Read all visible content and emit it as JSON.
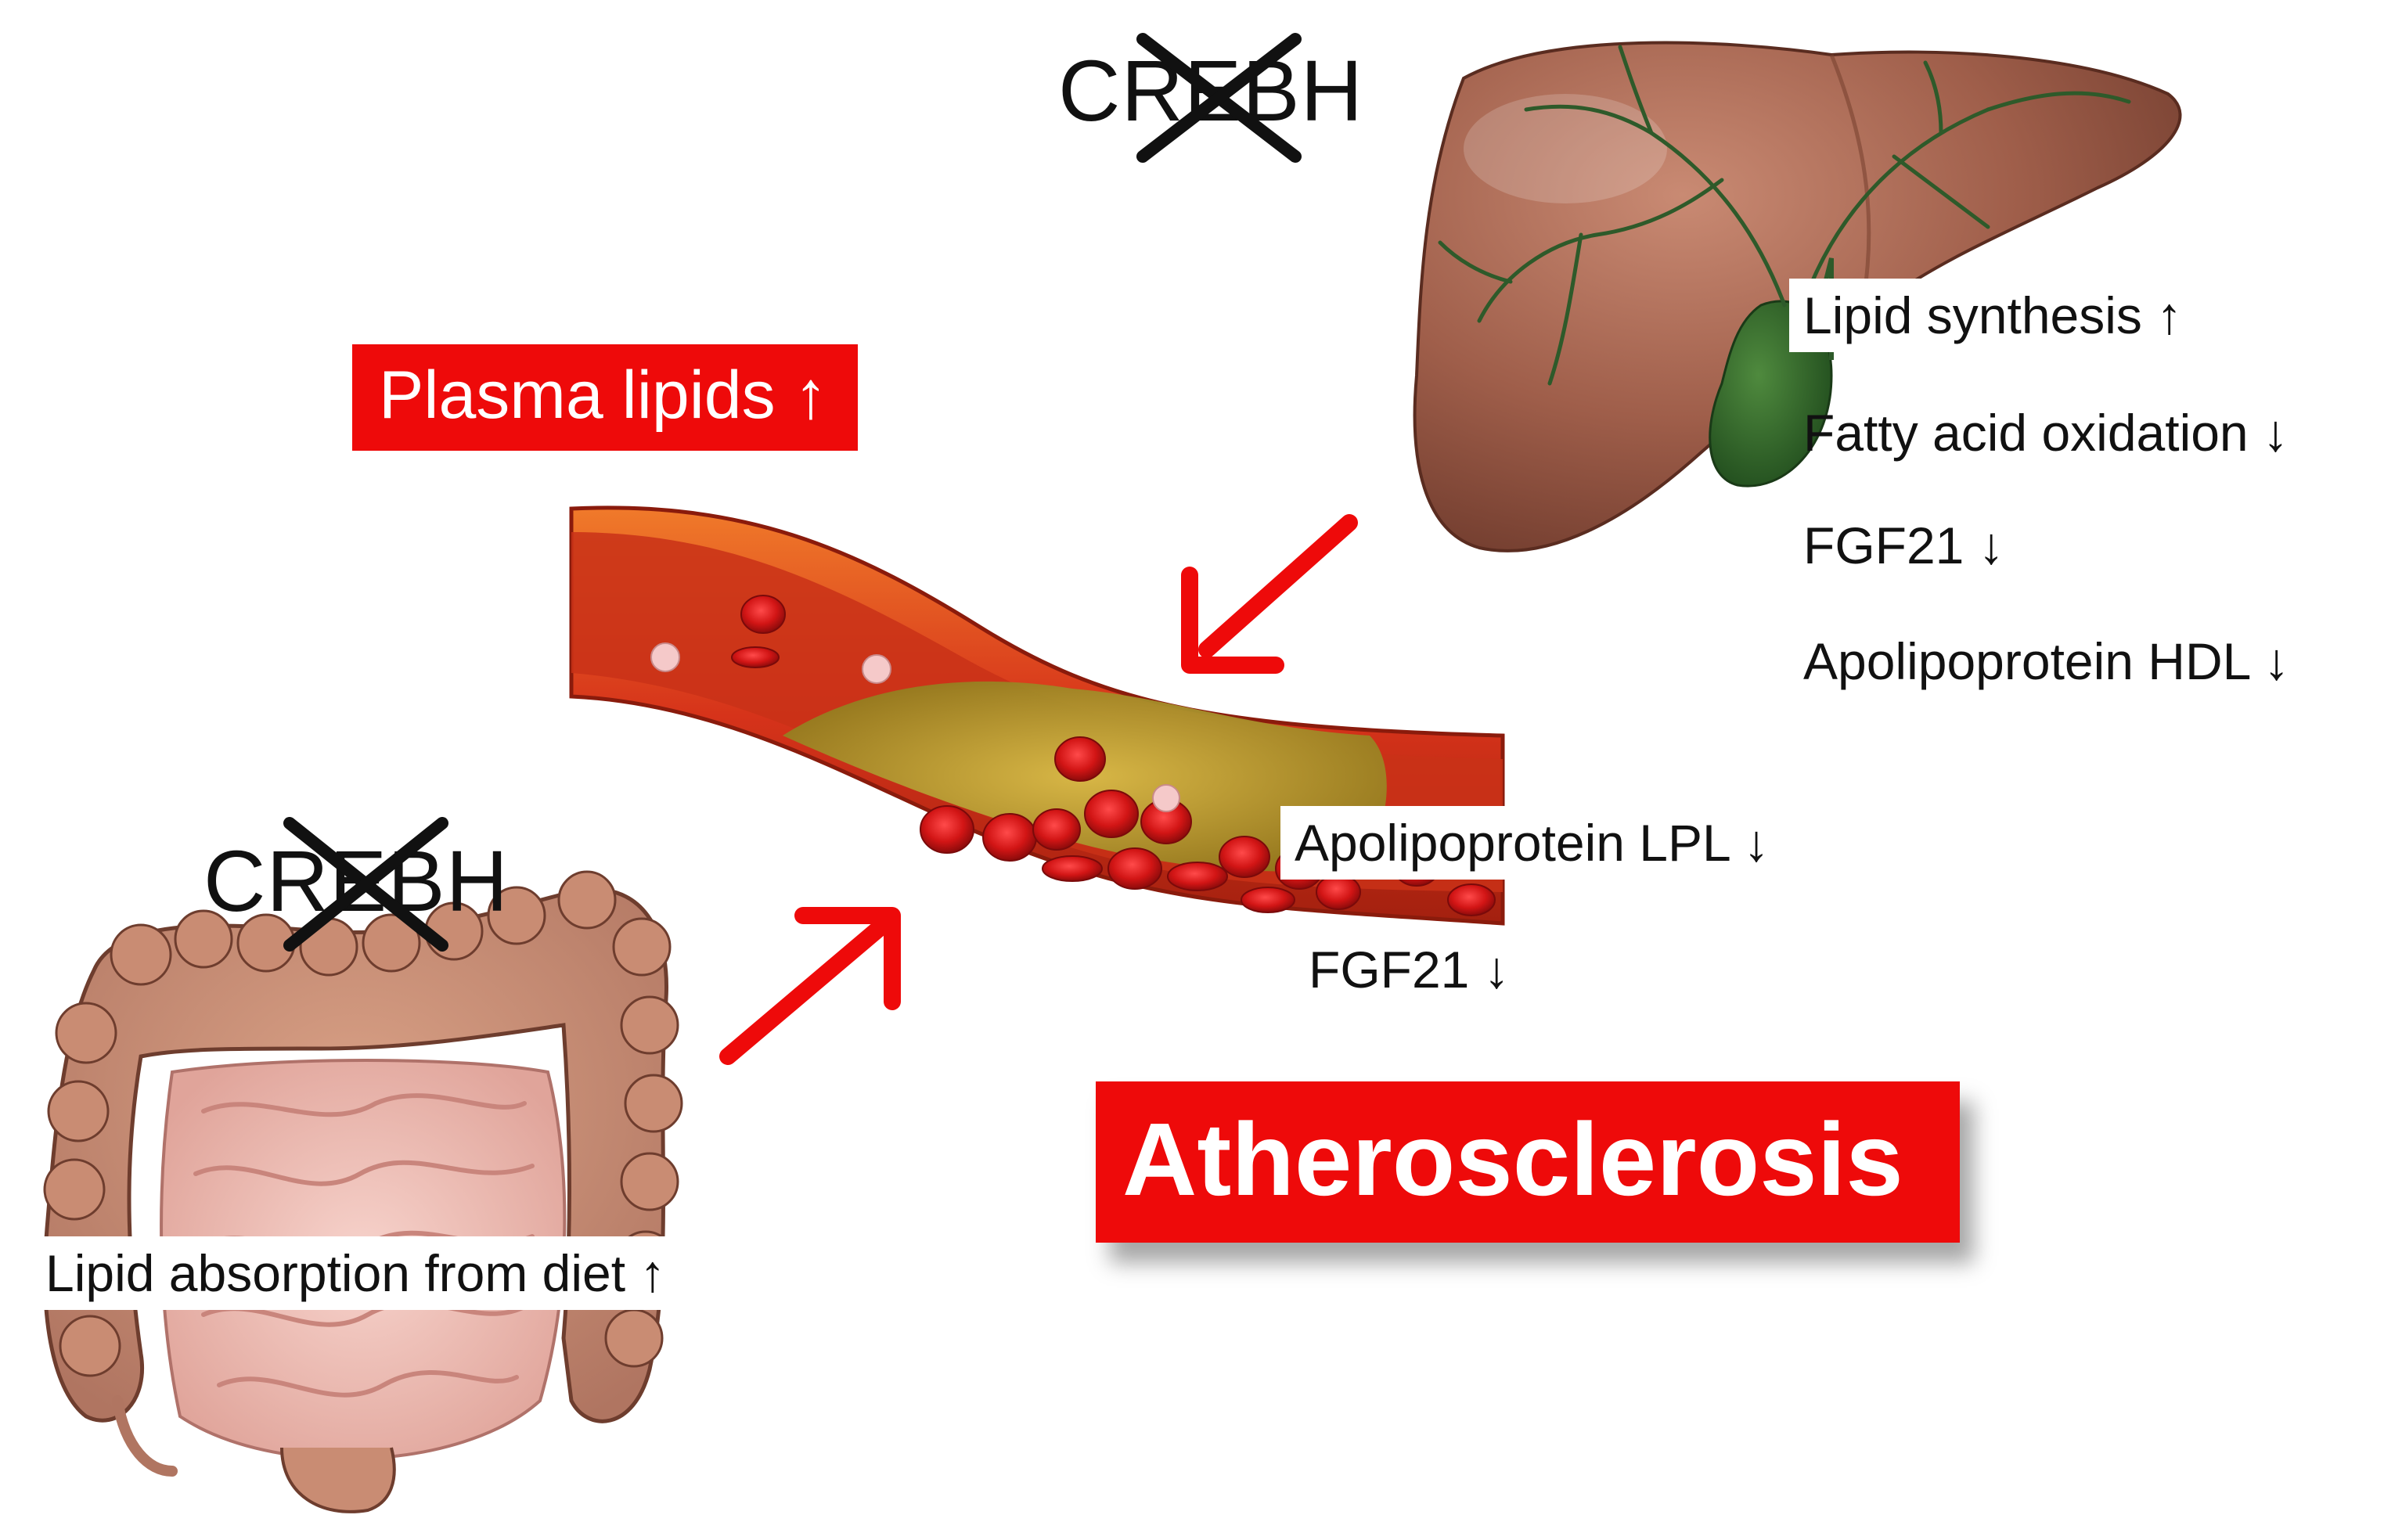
{
  "gene": {
    "liver_label": "CREBH",
    "intestine_label": "CREBH"
  },
  "plasma_lipids": "Plasma lipids ↑",
  "liver_effects": [
    "Lipid synthesis ↑",
    "Fatty acid oxidation ↓",
    "FGF21 ↓",
    "Apolipoprotein  HDL ↓"
  ],
  "vessel_effects": [
    "Apolipoprotein  LPL ↓",
    "FGF21 ↓"
  ],
  "intestine_effect": "Lipid absorption from diet ↑",
  "outcome": "Atherosclerosis",
  "colors": {
    "highlight_red": "#ee0a0a",
    "liver_brown": "#9a5b48",
    "bile_green": "#2f6a2a",
    "vessel_red": "#d9361c",
    "plaque_yellow": "#b8a32a",
    "intestine_pink": "#e9b0a8"
  }
}
